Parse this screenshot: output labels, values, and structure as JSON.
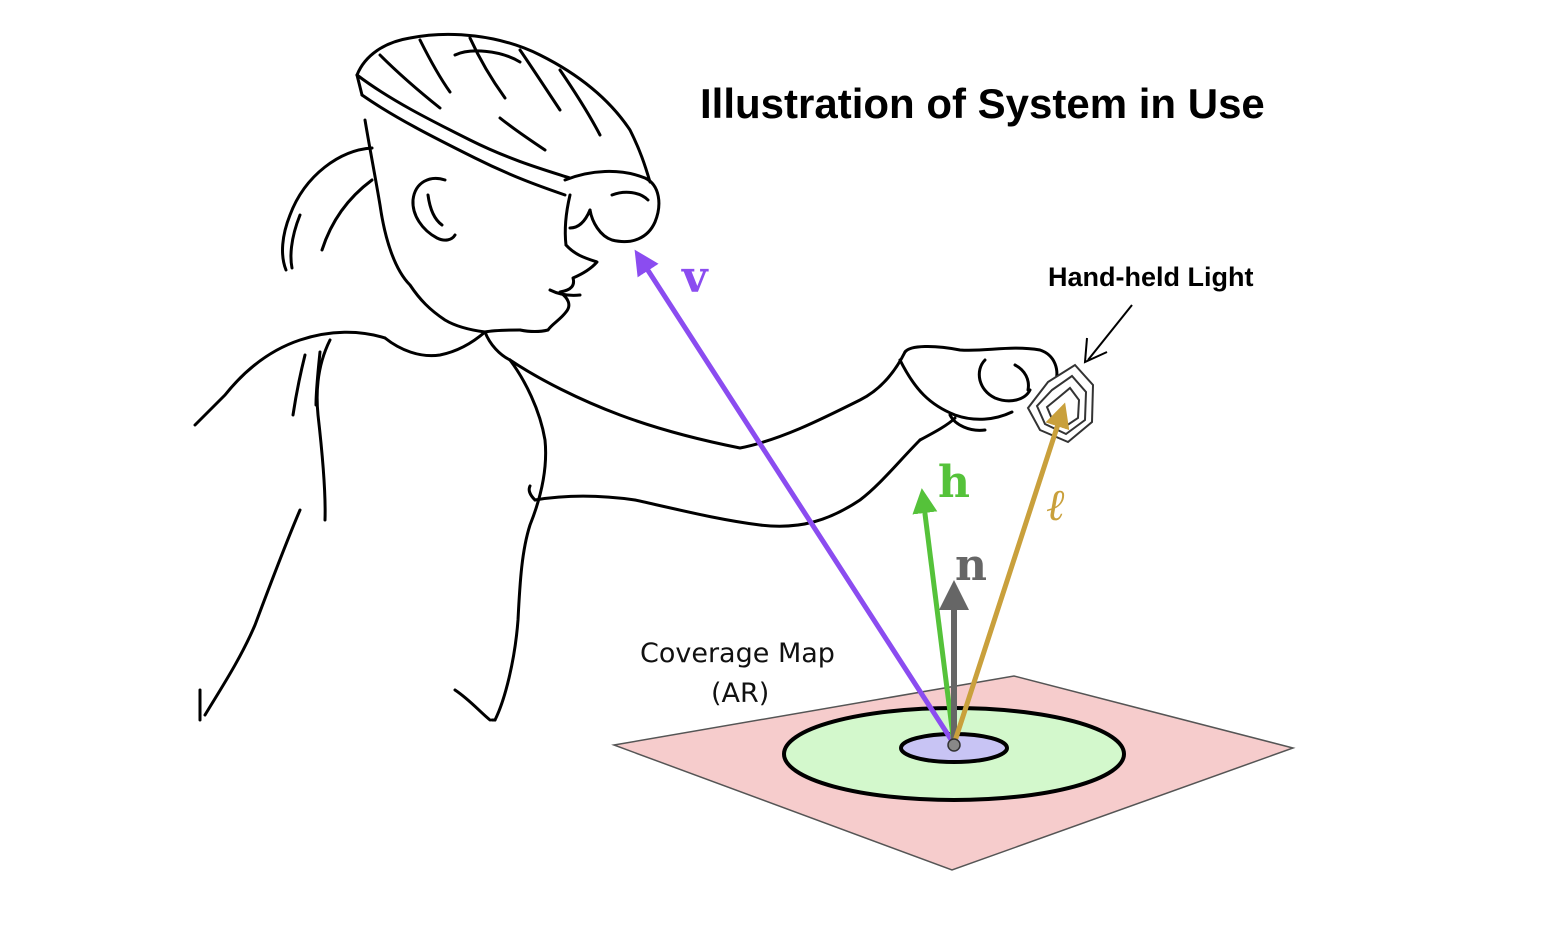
{
  "title": "Illustration of System in Use",
  "labels": {
    "hand_held_light": "Hand-held Light",
    "coverage_map_line1": "Coverage Map",
    "coverage_map_line2": "(AR)"
  },
  "vectors": {
    "view": {
      "symbol": "v",
      "color": "#8b4cf0"
    },
    "half": {
      "symbol": "h",
      "color": "#55c23a"
    },
    "normal": {
      "symbol": "n",
      "color": "#666666"
    },
    "light": {
      "symbol": "ℓ",
      "color": "#c9a03c"
    }
  },
  "colors": {
    "plane_fill": "#f6cccc",
    "outer_ring_fill": "#d3f8cc",
    "inner_spot_fill": "#c8c4f4"
  }
}
